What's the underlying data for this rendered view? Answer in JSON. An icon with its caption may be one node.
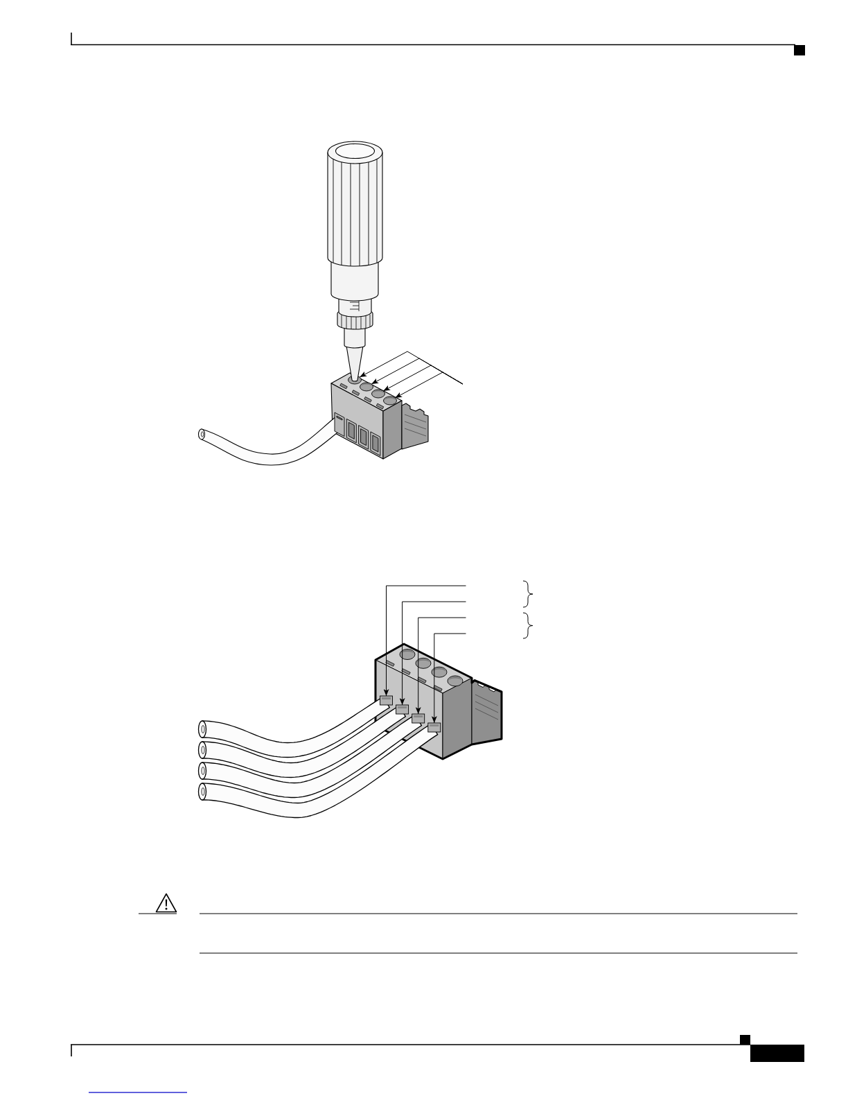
{
  "diagram": {
    "nodes": [
      {
        "text": [],
        "shape": "circle"
      },
      {
        "text": [],
        "shape": "circle"
      },
      {
        "text": [],
        "shape": "circle"
      },
      {
        "text": [],
        "shape": "circle"
      },
      {
        "text": [],
        "shape": "box"
      },
      {
        "text": [],
        "shape": "box"
      },
      {
        "text": [],
        "shape": "box"
      },
      {
        "text": [],
        "shape": "box"
      }
    ],
    "edges": [
      {
        "from": null,
        "to": 0,
        "arrow": "to"
      },
      {
        "from": null,
        "to": 1,
        "arrow": "to"
      },
      {
        "from": null,
        "to": 2,
        "arrow": "to"
      },
      {
        "from": null,
        "to": 3,
        "arrow": "to"
      },
      {
        "from": null,
        "to": 4,
        "arrow": "to"
      },
      {
        "from": null,
        "to": 5,
        "arrow": "to"
      },
      {
        "from": null,
        "to": 6,
        "arrow": "to"
      },
      {
        "from": null,
        "to": 7,
        "arrow": "to"
      }
    ]
  }
}
